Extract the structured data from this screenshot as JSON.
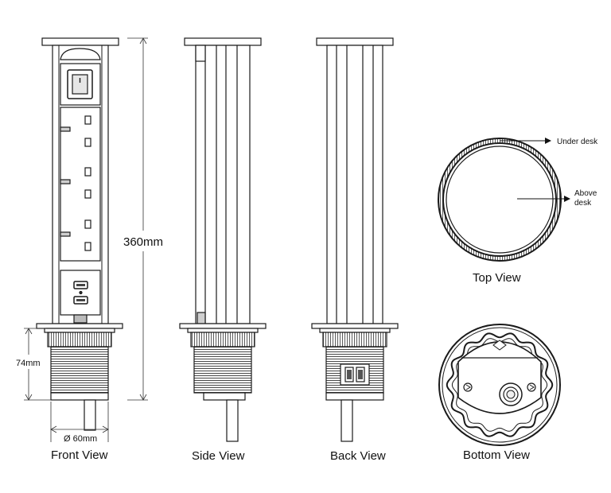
{
  "views": {
    "front": "Front View",
    "side": "Side View",
    "back": "Back View",
    "top": "Top View",
    "bottom": "Bottom View"
  },
  "dimensions": {
    "height": "360mm",
    "base_height": "74mm",
    "diameter": "Ø 60mm"
  },
  "callouts": {
    "under_desk": "Under desk",
    "above_desk_line1": "Above",
    "above_desk_line2": "desk"
  },
  "colors": {
    "line": "#1a1a1a",
    "fill": "#ffffff",
    "shade": "#d9d9d9",
    "switch_red": "#c8102e"
  }
}
